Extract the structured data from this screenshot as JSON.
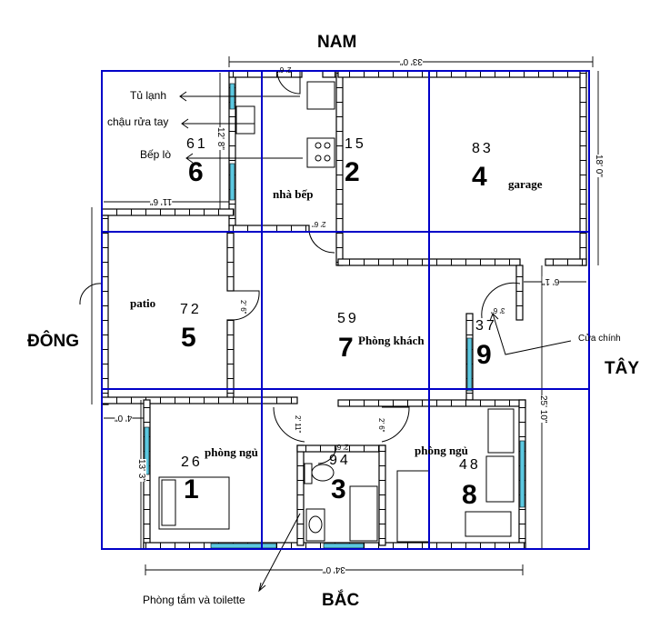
{
  "directions": {
    "south": "NAM",
    "north": "BẮC",
    "east": "ĐÔNG",
    "west": "TÂY"
  },
  "rooms": [
    {
      "number": "1",
      "name": "phòng ngủ",
      "area": "26"
    },
    {
      "number": "2",
      "name": "nhà bếp",
      "area": "15"
    },
    {
      "number": "3",
      "name": "",
      "area": "94"
    },
    {
      "number": "4",
      "name": "garage",
      "area": "83"
    },
    {
      "number": "5",
      "name": "patio",
      "area": "72"
    },
    {
      "number": "6",
      "name": "",
      "area": "61"
    },
    {
      "number": "7",
      "name": "Phòng khách",
      "area": "59"
    },
    {
      "number": "8",
      "name": "phòng ngủ",
      "area": "48"
    },
    {
      "number": "9",
      "name": "",
      "area": "37"
    }
  ],
  "annotations": {
    "fridge": "Tủ lạnh",
    "sink": "chậu rửa tay",
    "stove": "Bếp lò",
    "main_door": "Cửa chính",
    "bathroom": "Phòng tắm và toilette"
  },
  "dimensions": {
    "top": "33' 0\"",
    "bottom": "34' 0\"",
    "kitchen_height": "12' 8\"",
    "room6_width": "11' 6\"",
    "garage_height": "18' 0\"",
    "entry_width": "6' 1\"",
    "right_height": "25' 10\"",
    "bedroom_height": "13' 3\"",
    "left_offset": "4' 0\"",
    "door_kitchen_top": "2' 6\"",
    "door_kitchen_bottom": "2' 6\"",
    "door_patio": "2' 6\"",
    "door_entry": "3' 6\"",
    "door_bed1": "2' 11\"",
    "door_bed2": "2' 6\"",
    "door_bath": "2' 6\""
  },
  "colors": {
    "grid": "#0000c8",
    "window": "#5cc8e0",
    "wall": "#000000"
  }
}
